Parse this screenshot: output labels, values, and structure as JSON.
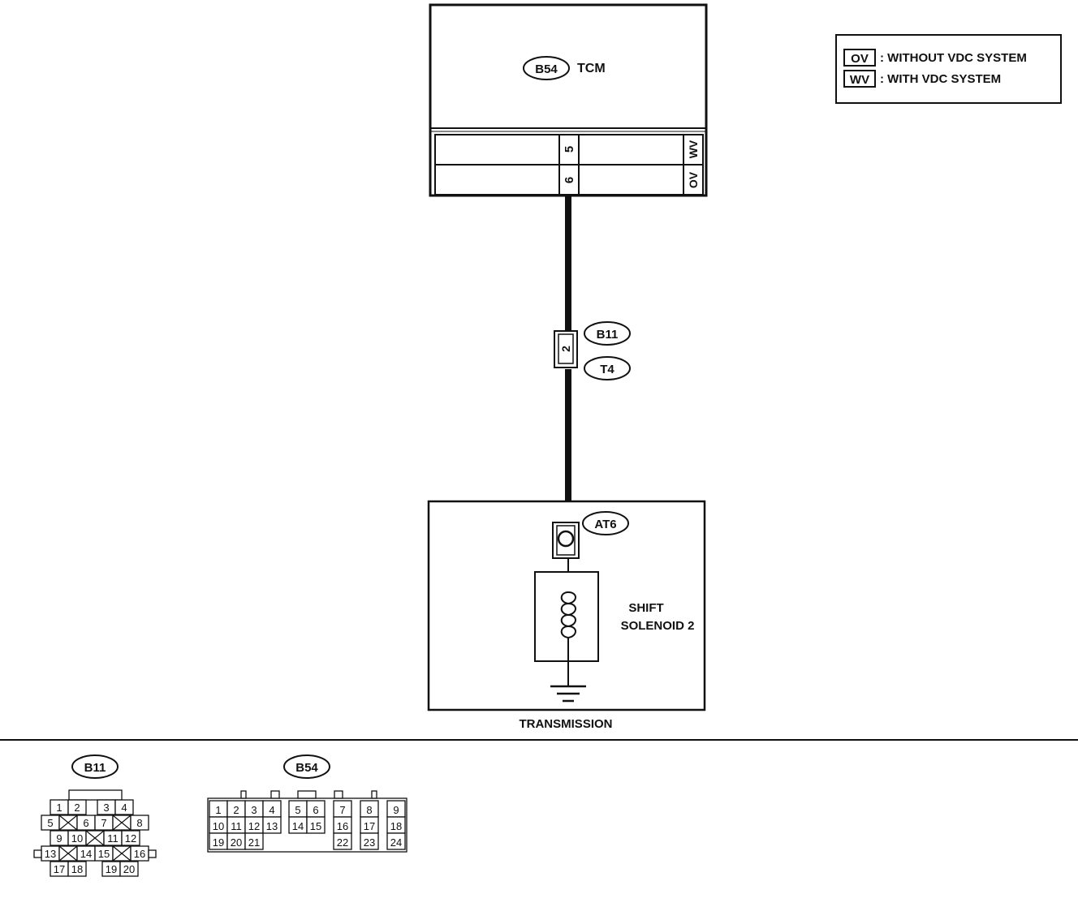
{
  "tcm": {
    "tag": "B54",
    "name": "TCM",
    "pin_upper": "5",
    "pin_lower": "6",
    "variant_upper": "WV",
    "variant_lower": "OV"
  },
  "legend": [
    {
      "code": "OV",
      "text": ": WITHOUT VDC SYSTEM"
    },
    {
      "code": "WV",
      "text": ": WITH VDC SYSTEM"
    }
  ],
  "mid_connector": {
    "tag_top": "B11",
    "tag_bottom": "T4",
    "pin": "2"
  },
  "transmission": {
    "label": "TRANSMISSION",
    "connector_tag": "AT6",
    "solenoid_line1": "SHIFT",
    "solenoid_line2": "SOLENOID 2"
  },
  "connector_b11": {
    "tag": "B11",
    "rows": [
      [
        "1",
        "2",
        "",
        "3",
        "4"
      ],
      [
        "5",
        "X",
        "6",
        "7",
        "X",
        "8"
      ],
      [
        "9",
        "10",
        "X",
        "11",
        "12"
      ],
      [
        "13",
        "X",
        "14",
        "15",
        "X",
        "16"
      ],
      [
        "17",
        "18",
        "",
        "19",
        "20"
      ]
    ]
  },
  "connector_b54": {
    "tag": "B54",
    "rows": [
      [
        "1",
        "2",
        "3",
        "4",
        "5",
        "6",
        "7",
        "8",
        "9"
      ],
      [
        "10",
        "11",
        "12",
        "13",
        "14",
        "15",
        "16",
        "17",
        "18"
      ],
      [
        "19",
        "20",
        "21",
        "22",
        "23",
        "24"
      ]
    ]
  }
}
